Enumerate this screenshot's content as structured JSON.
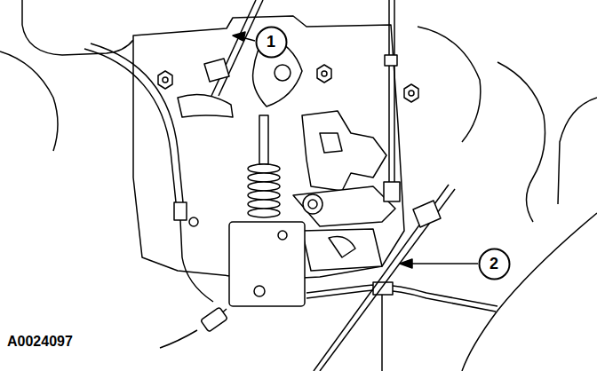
{
  "diagram": {
    "nodes": [
      {
        "text": [
          "1"
        ]
      },
      {
        "text": [
          "2"
        ]
      }
    ],
    "labels": [
      "A0024097"
    ]
  }
}
